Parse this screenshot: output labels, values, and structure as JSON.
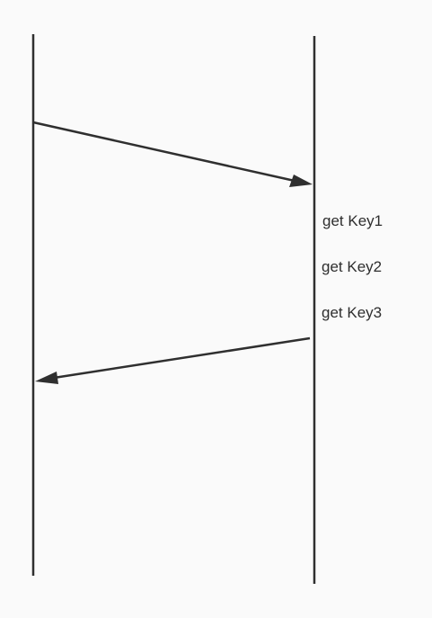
{
  "diagram": {
    "type": "sequence",
    "lifelines": [
      {
        "id": "left"
      },
      {
        "id": "right"
      }
    ],
    "messages": [
      {
        "from": "left",
        "to": "right",
        "label": ""
      },
      {
        "from": "right",
        "to": "left",
        "label": ""
      }
    ],
    "annotations": [
      "get Key1",
      "get Key2",
      "get Key3"
    ],
    "colors": {
      "background": "#fafafa",
      "line": "#2f2f2f",
      "text": "#2e2e2e"
    }
  }
}
